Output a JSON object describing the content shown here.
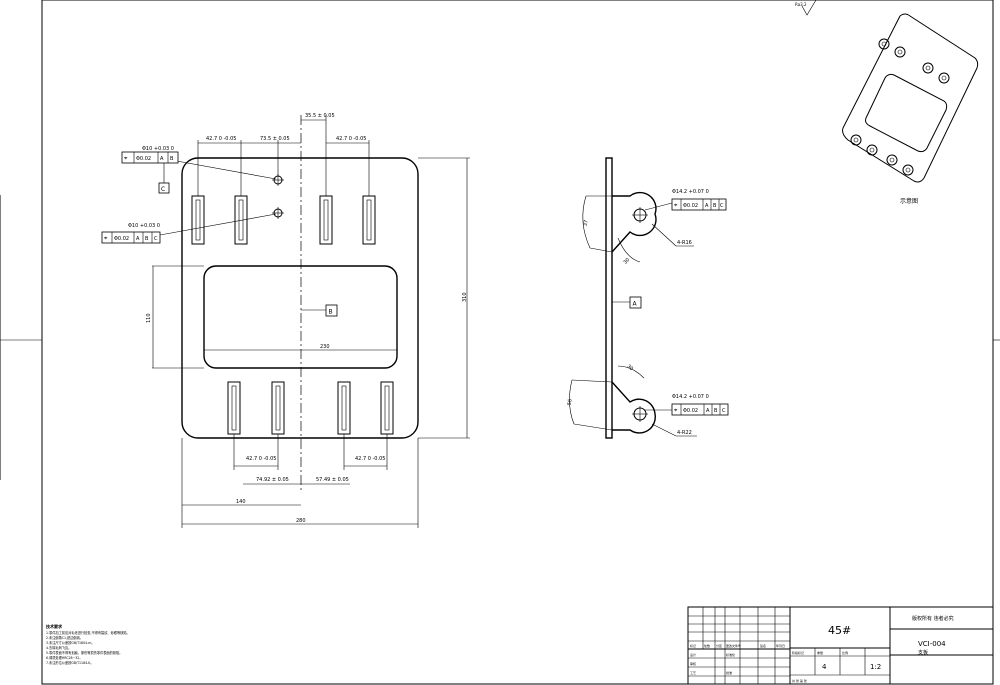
{
  "front_view": {
    "hole_dim_upper": "Φ10 +0.03 0",
    "hole_dim_lower": "Φ10 +0.03 0",
    "fcf_upper": [
      "⌖",
      "Φ0.02",
      "A",
      "B"
    ],
    "fcf_lower": [
      "⌖",
      "Φ0.02",
      "A",
      "B",
      "C"
    ],
    "datum_c": "C",
    "datum_b": "B",
    "dim_slot_top_left": "42.7 0 -0.05",
    "dim_slot_top_right": "42.7 0 -0.05",
    "dim_top_center": "73.5 ± 0.05",
    "dim_top_offset": "35.5 ± 0.05",
    "dim_bottom_left_slot": "42.7 0 -0.05",
    "dim_bottom_right_slot": "42.7 0 -0.05",
    "dim_bottom_left": "74.92 ± 0.05",
    "dim_bottom_right": "57.49 ± 0.05",
    "dim_window_width": "230",
    "dim_window_height": "110",
    "dim_overall_height": "310",
    "dim_half_width": "140",
    "dim_overall_width": "280"
  },
  "side_view": {
    "hole_dim_top": "Φ14.2 +0.07 0",
    "hole_dim_bottom": "Φ14.2 +0.07 0",
    "fcf_top": [
      "⌖",
      "Φ0.02",
      "A",
      "B",
      "C"
    ],
    "fcf_bottom": [
      "⌖",
      "Φ0.02",
      "A",
      "B",
      "C"
    ],
    "radius_top": "4-R16",
    "radius_bottom": "4-R22",
    "datum_a": "A",
    "dim_left_top": "37",
    "dim_left_bottom": "56",
    "angle_top": "30",
    "angle_bottom": "30"
  },
  "surface_mark": "Ra3.2",
  "iso_caption": "示意图",
  "tech_notes": {
    "heading": "技术要求",
    "lines": [
      "1.零件加工前应对毛坯进行检查,不得有裂纹、砂眼等缺陷。",
      "2.未注倒角C1,锐边倒钝。",
      "3.未注尺寸公差按GB/T1804-m。",
      "4.去除毛刺飞边。",
      "5.零件表面不得有划痕、擦伤等损伤零件表面的缺陷。",
      "6.调质处理HRC28~32。",
      "7.未注形位公差按GB/T1184-K。"
    ]
  },
  "title_block": {
    "material": "45#",
    "company": "版权所有  违者必究",
    "drawing_no": "VCI-004",
    "part_name": "支板",
    "scale": "1:2",
    "quantity": "4",
    "row_labels": [
      "标记",
      "处数",
      "分区",
      "更改文件号",
      "签名",
      "年月日"
    ],
    "design": "设计",
    "check": "审核",
    "process": "工艺",
    "standard": "标准化",
    "approve": "批准",
    "stage": "阶段标记",
    "weight": "重量",
    "ratio": "比例",
    "sheet": "共 张 第 张"
  }
}
